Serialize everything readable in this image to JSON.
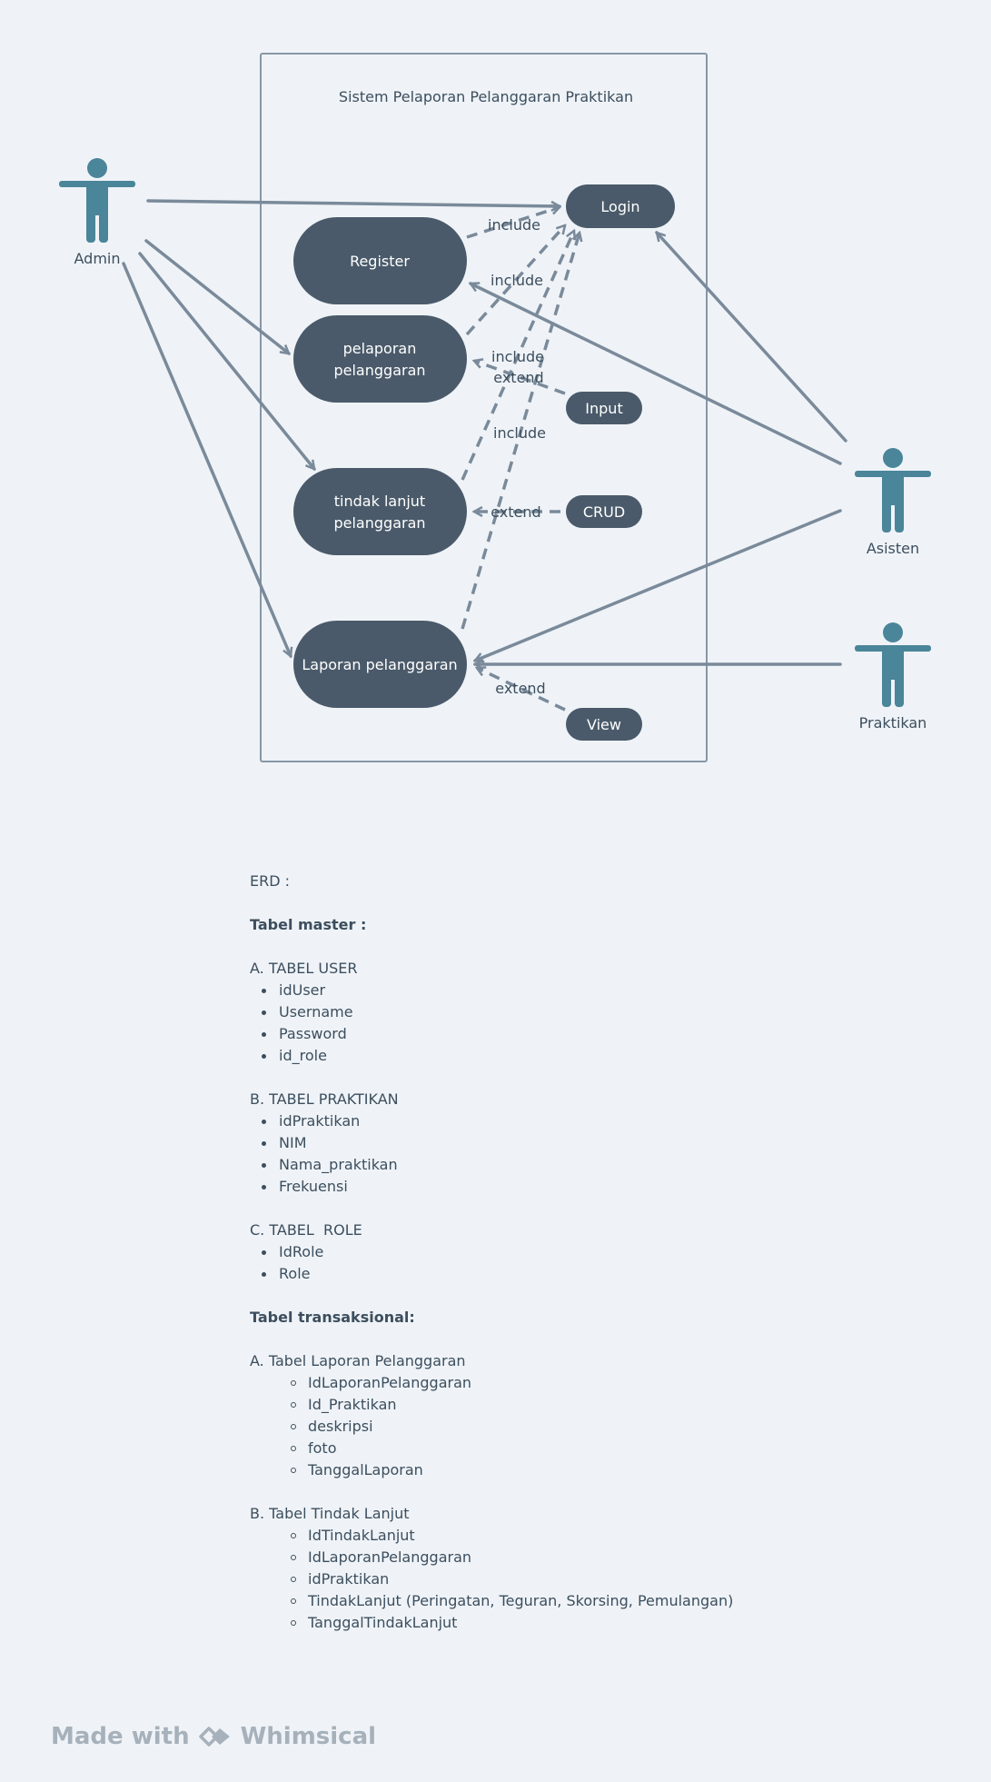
{
  "diagram": {
    "system_title": "Sistem Pelaporan Pelanggaran Praktikan",
    "actors": {
      "admin": "Admin",
      "asisten": "Asisten",
      "praktikan": "Praktikan"
    },
    "use_cases": {
      "login": "Login",
      "register": "Register",
      "pelaporan_line1": "pelaporan",
      "pelaporan_line2": "pelanggaran",
      "tindak_line1": "tindak lanjut",
      "tindak_line2": "pelanggaran",
      "laporan": "Laporan pelanggaran",
      "input": "Input",
      "crud": "CRUD",
      "view": "View"
    },
    "relations": {
      "include_1": "include",
      "include_2": "include",
      "include_3": "include",
      "include_4": "include",
      "extend_1": "extend",
      "extend_2": "extend",
      "extend_3": "extend"
    },
    "colors": {
      "actor": "#4a8599",
      "use_case": "#4a5a6a",
      "line": "#7a8a9a",
      "boundary": "#8796a5"
    }
  },
  "erd": {
    "title": "ERD :",
    "master": {
      "heading": "Tabel master :",
      "tables": [
        {
          "name": "A. TABEL USER",
          "fields": [
            "idUser",
            "Username",
            "Password",
            "id_role"
          ]
        },
        {
          "name": "B. TABEL PRAKTIKAN",
          "fields": [
            "idPraktikan",
            "NIM",
            "Nama_praktikan",
            "Frekuensi"
          ]
        },
        {
          "name": "C. TABEL  ROLE",
          "fields": [
            "IdRole",
            "Role"
          ]
        }
      ]
    },
    "transactional": {
      "heading": "Tabel transaksional:",
      "tables": [
        {
          "name": "A. Tabel Laporan Pelanggaran",
          "fields": [
            "IdLaporanPelanggaran",
            "Id_Praktikan",
            "deskripsi",
            "foto",
            "TanggalLaporan"
          ]
        },
        {
          "name": "B. Tabel Tindak Lanjut",
          "fields": [
            "IdTindakLanjut",
            "IdLaporanPelanggaran",
            "idPraktikan",
            "TindakLanjut (Peringatan, Teguran, Skorsing, Pemulangan)",
            "TanggalTindakLanjut"
          ]
        }
      ]
    }
  },
  "footer": {
    "made_with": "Made with",
    "brand": "Whimsical",
    "logo_icon": "whimsical-logo-icon"
  }
}
